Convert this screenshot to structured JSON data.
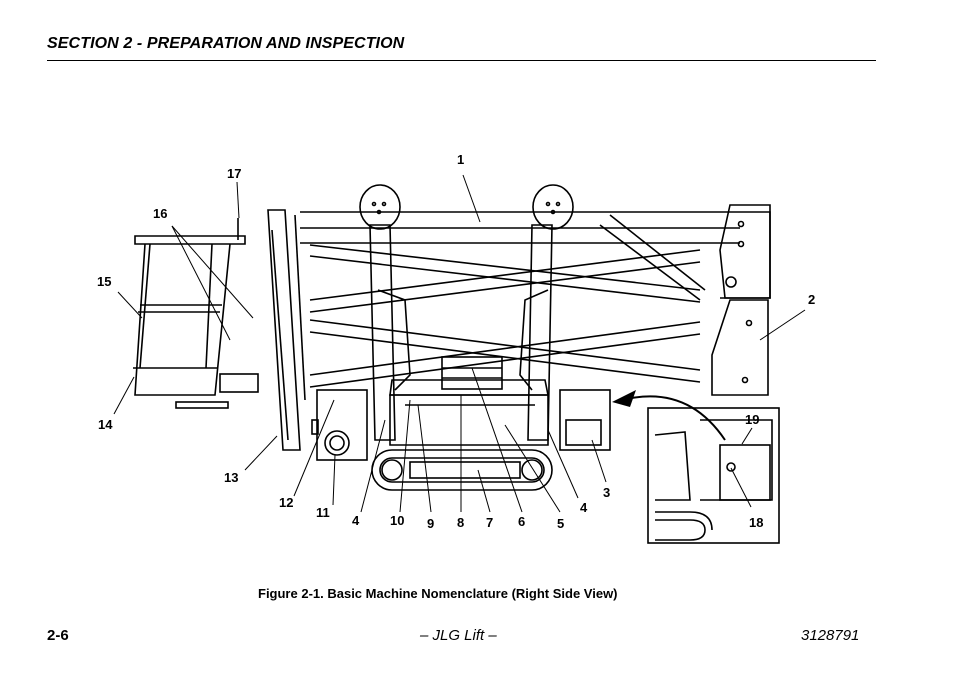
{
  "header": {
    "section_title": "SECTION 2 - PREPARATION AND INSPECTION"
  },
  "figure": {
    "caption": "Figure 2-1. Basic Machine Nomenclature (Right Side View)",
    "callouts": [
      "1",
      "2",
      "3",
      "4",
      "5",
      "6",
      "7",
      "8",
      "9",
      "10",
      "11",
      "12",
      "13",
      "14",
      "15",
      "16",
      "17",
      "18",
      "19"
    ],
    "callout_second_4": "4"
  },
  "footer": {
    "page_number": "2-6",
    "center_text": "– JLG Lift –",
    "doc_number": "3128791"
  }
}
